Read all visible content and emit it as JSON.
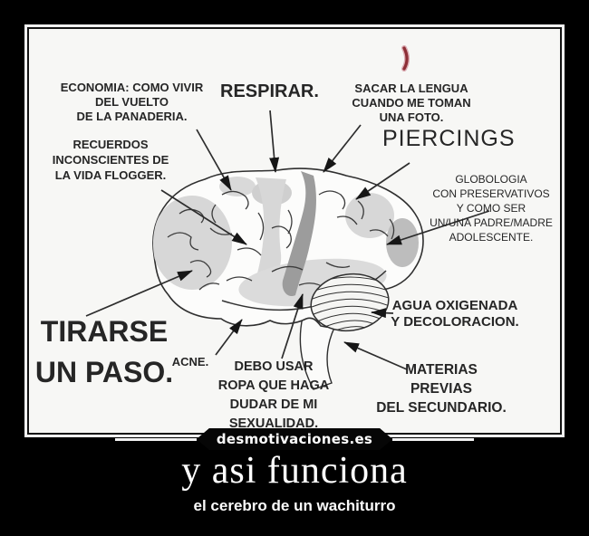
{
  "watermark": {
    "site": "desmotivaciones.es"
  },
  "caption": {
    "title": "y asi funciona",
    "subtitle": "el cerebro de un wachiturro"
  },
  "diagram": {
    "type": "labeled-brain-diagram",
    "labels": {
      "economia": {
        "lines": [
          "ECONOMIA: COMO VIVIR",
          "DEL VUELTO",
          "DE LA PANADERIA."
        ]
      },
      "respirar": {
        "lines": [
          "RESPIRAR."
        ]
      },
      "sacar": {
        "lines": [
          "SACAR LA LENGUA",
          "CUANDO ME TOMAN",
          "UNA FOTO."
        ]
      },
      "recuerdos": {
        "lines": [
          "RECUERDOS",
          "INCONSCIENTES DE",
          "LA VIDA FLOGGER."
        ]
      },
      "piercings": {
        "lines": [
          "PIERCINGS"
        ]
      },
      "globologia": {
        "lines": [
          "GLOBOLOGIA",
          "CON PRESERVATIVOS",
          "Y COMO SER",
          "UN/UNA PADRE/MADRE",
          "ADOLESCENTE."
        ]
      },
      "agua": {
        "lines": [
          "AGUA OXIGENADA",
          "Y DECOLORACION."
        ]
      },
      "tirarse": {
        "lines": [
          "TIRARSE",
          "UN PASO."
        ]
      },
      "acne": {
        "lines": [
          "ACNE."
        ]
      },
      "debo": {
        "lines": [
          "DEBO USAR",
          "ROPA QUE HAGA",
          "DUDAR DE MI",
          "SEXUALIDAD."
        ]
      },
      "materias": {
        "lines": [
          "MATERIAS",
          "PREVIAS",
          "DEL SECUNDARIO."
        ]
      }
    }
  },
  "colors": {
    "background": "#000000",
    "paper": "#f7f7f5",
    "ink": "#262626",
    "red_mark": "#8d2e36",
    "brain_shade": "#d6d6d6",
    "brain_shade_dark": "#9c9c9c"
  }
}
